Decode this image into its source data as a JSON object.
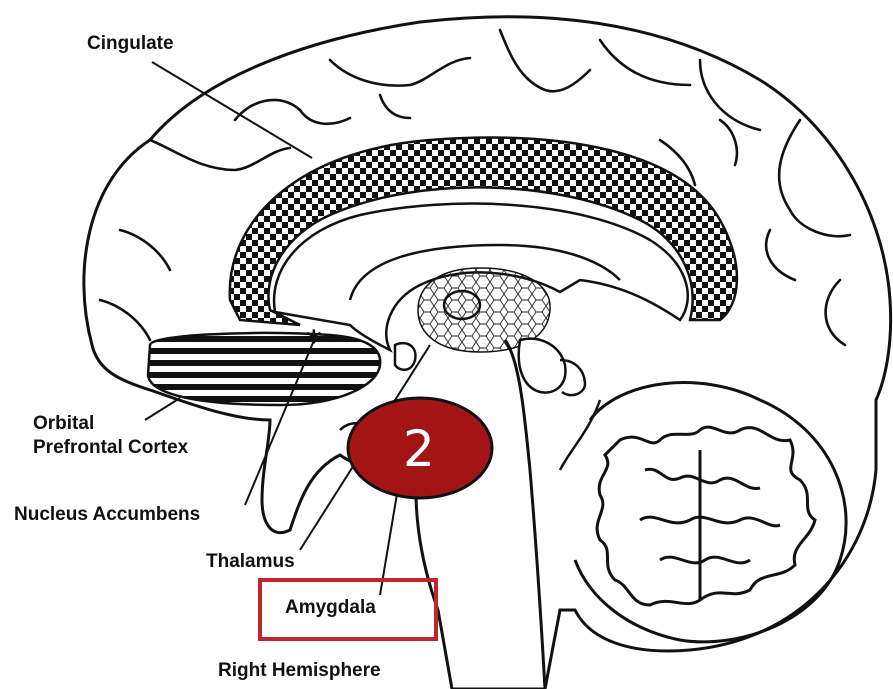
{
  "labels": {
    "cingulate": "Cingulate",
    "orbital_line1": "Orbital",
    "orbital_line2": "Prefrontal Cortex",
    "nucleus_accumbens": "Nucleus Accumbens",
    "thalamus": "Thalamus",
    "amygdala": "Amygdala",
    "hemisphere": "Right Hemisphere"
  },
  "badge": {
    "number": "2",
    "color": "#a31515"
  },
  "highlight": {
    "color": "#c0272d"
  }
}
